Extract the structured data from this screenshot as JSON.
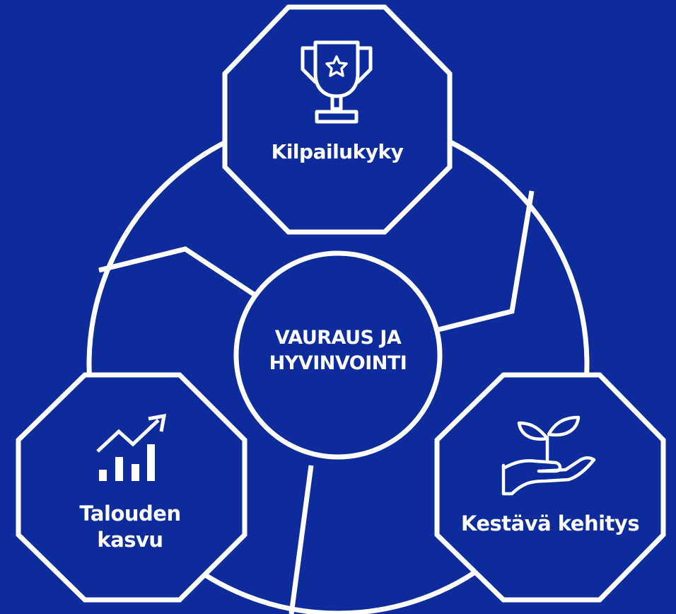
{
  "background_color": "#0e2b9c",
  "line_color": "#ffffff",
  "center": {
    "line1": "VAURAUS JA",
    "line2": "HYVINVOINTI"
  },
  "nodes": {
    "top": {
      "label": "Kilpailukyky",
      "icon": "trophy-icon"
    },
    "left": {
      "line1": "Talouden",
      "line2": "kasvu",
      "icon": "growth-chart-icon"
    },
    "right": {
      "label": "Kestävä kehitys",
      "icon": "plant-in-hand-icon"
    }
  }
}
